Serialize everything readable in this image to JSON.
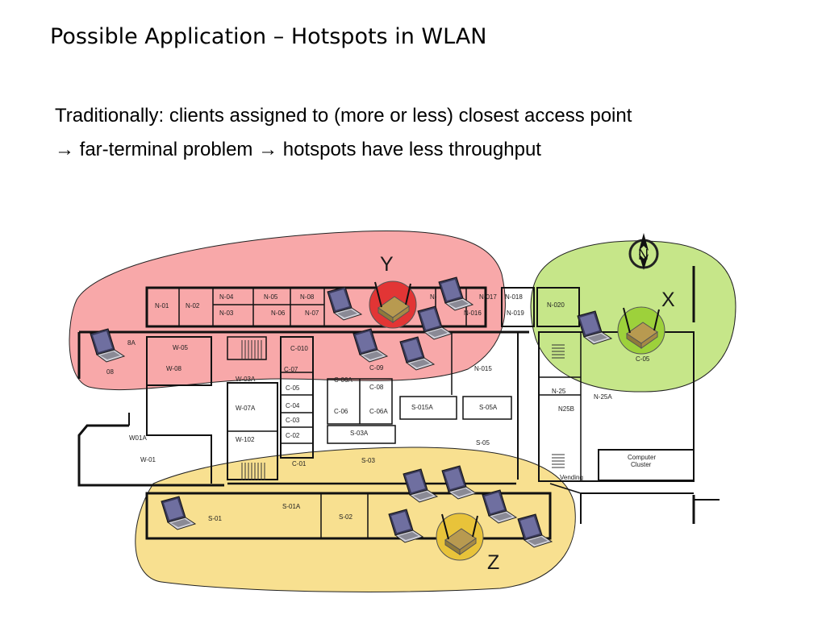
{
  "slide": {
    "title": "Possible Application – Hotspots in WLAN",
    "line1": "Traditionally: clients assigned to (more or less) closest access point",
    "line2": "→ far-terminal problem → hotspots have less throughput"
  },
  "hotspots": [
    {
      "label": "Y",
      "color": "#f4797b"
    },
    {
      "label": "X",
      "color": "#a8d84a"
    },
    {
      "label": "Z",
      "color": "#f5cf55"
    }
  ],
  "compass": "N",
  "rooms": {
    "n01": "N-01",
    "n02": "N-02",
    "n04": "N-04",
    "n03": "N-03",
    "n05": "N-05",
    "n06": "N-06",
    "n08": "N-08",
    "n07": "N-07",
    "n017": "N-017",
    "n018": "N-018",
    "n016": "N-016",
    "n019": "N-019",
    "n020": "N-020",
    "n015": "N-015",
    "n25": "N-25",
    "n25a": "N-25A",
    "n25b": "N25B",
    "n_trunc": "N-",
    "c05b": "C-05",
    "w_8a": "8A",
    "w_08": "08",
    "w05": "W-05",
    "w08": "W-08",
    "w03a": "W-03A",
    "w07a": "W-07A",
    "w102": "W-102",
    "w01a": "W01A",
    "w01": "W-01",
    "c010": "C-010",
    "c07": "C-07",
    "c05": "C-05",
    "c04": "C-04",
    "c03": "C-03",
    "c02": "C-02",
    "c01": "C-01",
    "c06a": "C-06A",
    "c08": "C-08",
    "c09": "C-09",
    "c06": "C-06",
    "c06a2": "C-06A",
    "s03a": "S-03A",
    "s03": "S-03",
    "s015a": "S-015A",
    "s05a": "S-05A",
    "s05": "S-05",
    "s01": "S-01",
    "s01a": "S-01A",
    "s02": "S-02",
    "computer": "Computer",
    "cluster": "Cluster",
    "vending": "Vending"
  }
}
